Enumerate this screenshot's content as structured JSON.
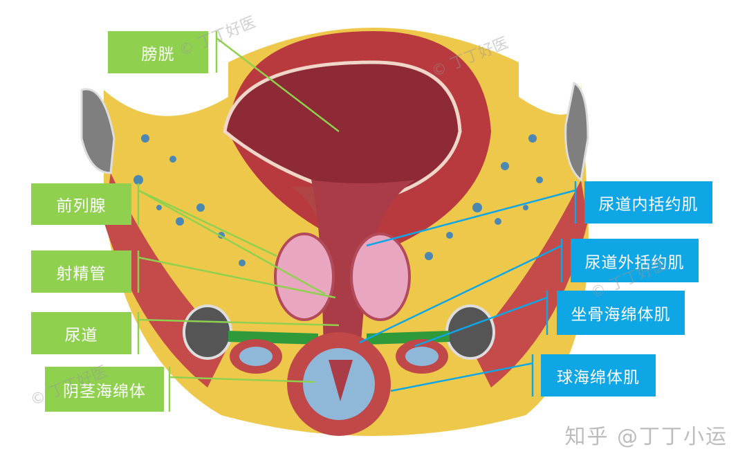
{
  "labels_left": [
    {
      "id": "bladder",
      "text": "膀胱"
    },
    {
      "id": "prostate",
      "text": "前列腺"
    },
    {
      "id": "ejaculatory-duct",
      "text": "射精管"
    },
    {
      "id": "urethra",
      "text": "尿道"
    },
    {
      "id": "corpus-cavernosum",
      "text": "阴茎海绵体"
    }
  ],
  "labels_right": [
    {
      "id": "internal-sphincter",
      "text": "尿道内括约肌"
    },
    {
      "id": "external-sphincter",
      "text": "尿道外括约肌"
    },
    {
      "id": "ischiocavernosus",
      "text": "坐骨海绵体肌"
    },
    {
      "id": "bulbospongiosus",
      "text": "球海绵体肌"
    }
  ],
  "watermark": "© 丁丁好医",
  "brand": "知乎 @丁丁小运",
  "colors": {
    "left_label": "#8fd14f",
    "right_label": "#0fa6e6"
  }
}
